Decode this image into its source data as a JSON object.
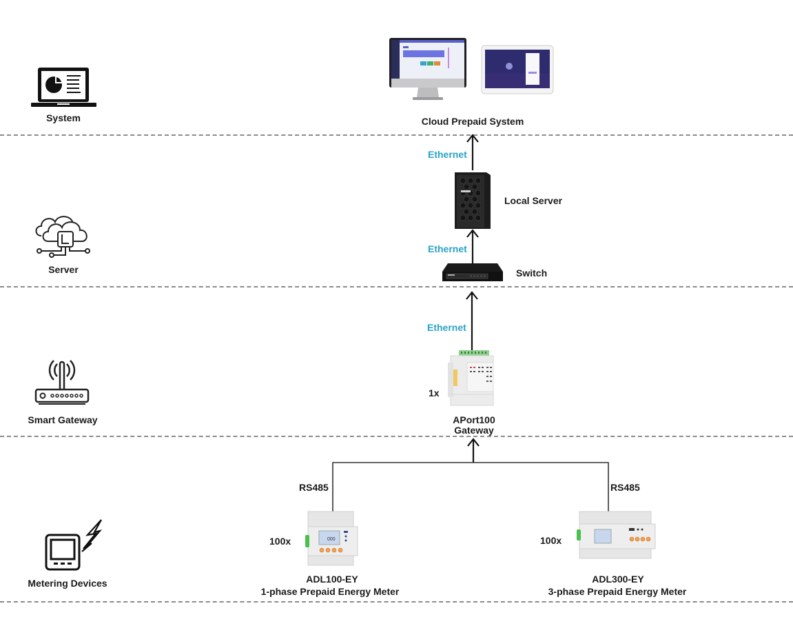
{
  "layers": [
    {
      "id": "system",
      "label": "System",
      "icon": "laptop-chart-icon"
    },
    {
      "id": "server",
      "label": "Server",
      "icon": "cloud-server-icon"
    },
    {
      "id": "smart_gateway",
      "label": "Smart Gateway",
      "icon": "router-icon"
    },
    {
      "id": "metering",
      "label": "Metering Devices",
      "icon": "meter-lightning-icon"
    }
  ],
  "nodes": {
    "cloud": {
      "label": "Cloud Prepaid System"
    },
    "local_server": {
      "label": "Local Server"
    },
    "switch": {
      "label": "Switch"
    },
    "gateway": {
      "name": "APort100",
      "type": "Gateway",
      "count": "1x"
    },
    "meter1": {
      "name": "ADL100-EY",
      "desc": "1-phase Prepaid Energy Meter",
      "count": "100x"
    },
    "meter3": {
      "name": "ADL300-EY",
      "desc": "3-phase Prepaid Energy Meter",
      "count": "100x"
    }
  },
  "links": {
    "server_to_cloud": "Ethernet",
    "switch_to_server": "Ethernet",
    "gateway_to_switch": "Ethernet",
    "meter1_to_gateway": "RS485",
    "meter3_to_gateway": "RS485"
  },
  "colors": {
    "link_label": "#2aa2c8",
    "divider": "#8a8a8a",
    "text": "#1a1a1a"
  }
}
